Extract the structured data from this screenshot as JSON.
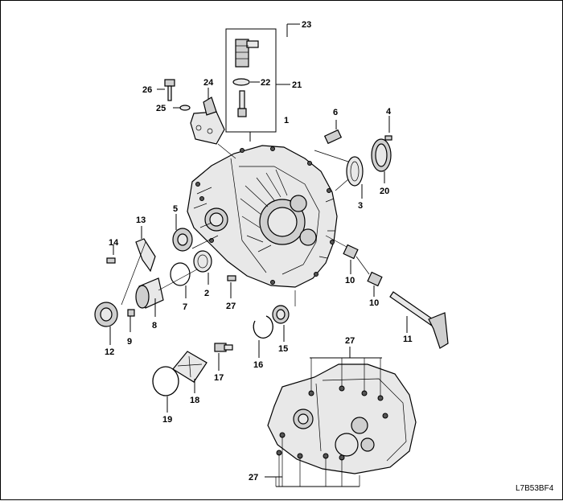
{
  "diagram": {
    "code": "L7B53BF4",
    "callouts": [
      "1",
      "2",
      "3",
      "4",
      "5",
      "6",
      "7",
      "8",
      "9",
      "10",
      "10",
      "11",
      "12",
      "13",
      "14",
      "15",
      "16",
      "17",
      "18",
      "19",
      "20",
      "21",
      "22",
      "23",
      "24",
      "25",
      "26",
      "27",
      "27",
      "27"
    ]
  }
}
